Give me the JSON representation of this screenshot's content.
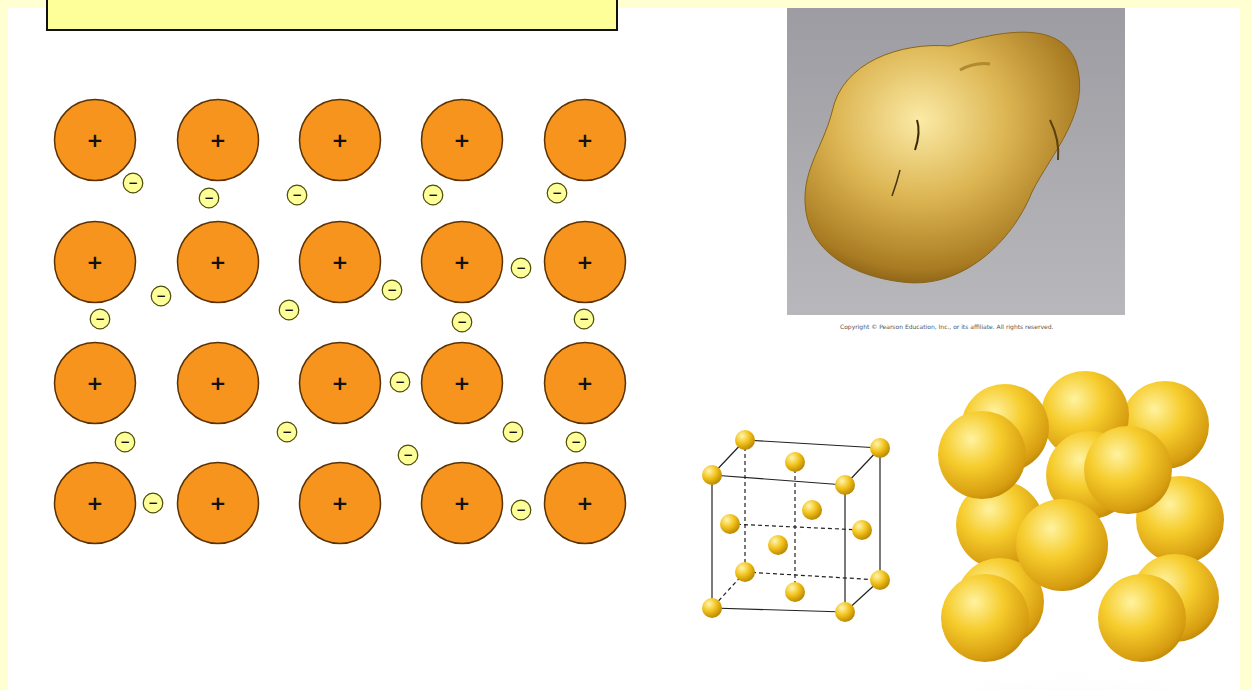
{
  "diagram": {
    "nodes": [
      {
        "text": [
          "+"
        ]
      },
      {
        "text": [
          "+"
        ]
      },
      {
        "text": [
          "+"
        ]
      },
      {
        "text": [
          "+"
        ]
      },
      {
        "text": [
          "+"
        ]
      },
      {
        "text": [
          "+"
        ]
      },
      {
        "text": [
          "+"
        ]
      },
      {
        "text": [
          "+"
        ]
      },
      {
        "text": [
          "+"
        ]
      },
      {
        "text": [
          "+"
        ]
      },
      {
        "text": [
          "+"
        ]
      },
      {
        "text": [
          "+"
        ]
      },
      {
        "text": [
          "+"
        ]
      },
      {
        "text": [
          "+"
        ]
      },
      {
        "text": [
          "+"
        ]
      },
      {
        "text": [
          "+"
        ]
      },
      {
        "text": [
          "+"
        ]
      },
      {
        "text": [
          "+"
        ]
      },
      {
        "text": [
          "+"
        ]
      },
      {
        "text": [
          "+"
        ]
      },
      {
        "text": [
          "−"
        ]
      },
      {
        "text": [
          "−"
        ]
      },
      {
        "text": [
          "−"
        ]
      },
      {
        "text": [
          "−"
        ]
      },
      {
        "text": [
          "−"
        ]
      },
      {
        "text": [
          "−"
        ]
      },
      {
        "text": [
          "−"
        ]
      },
      {
        "text": [
          "−"
        ]
      },
      {
        "text": [
          "−"
        ]
      },
      {
        "text": [
          "−"
        ]
      },
      {
        "text": [
          "−"
        ]
      },
      {
        "text": [
          "−"
        ]
      },
      {
        "text": [
          "−"
        ]
      },
      {
        "text": [
          "−"
        ]
      },
      {
        "text": [
          "−"
        ]
      },
      {
        "text": [
          "−"
        ]
      },
      {
        "text": [
          "−"
        ]
      },
      {
        "text": [
          "−"
        ]
      },
      {
        "text": [
          "−"
        ]
      },
      {
        "text": [
          "−"
        ]
      }
    ],
    "labels": [
      "Copyright © Pearson Education, Inc., or its affiliate. All rights reserved."
    ]
  }
}
